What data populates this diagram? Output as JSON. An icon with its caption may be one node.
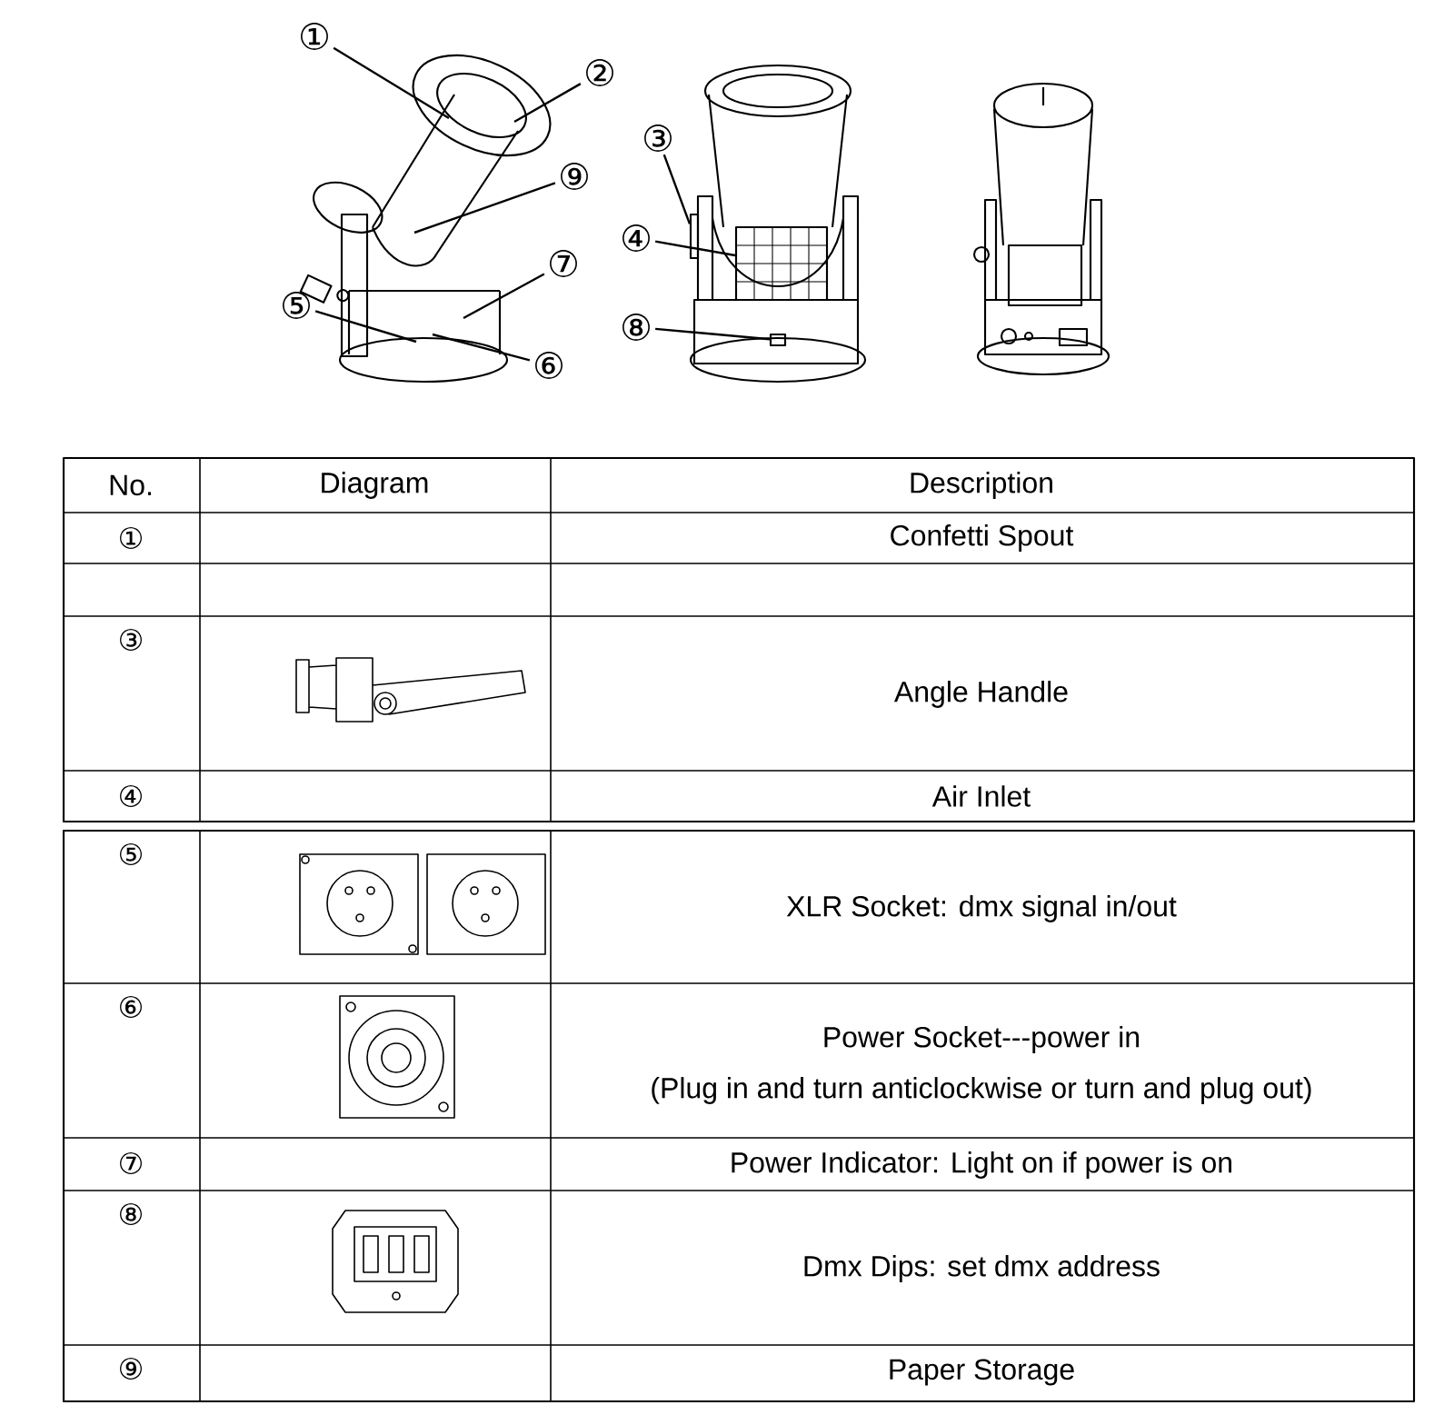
{
  "diagram": {
    "nodes": [
      {
        "text": [
          "①"
        ]
      },
      {
        "text": [
          "②"
        ]
      },
      {
        "text": [
          "③"
        ]
      },
      {
        "text": [
          "⑨"
        ]
      },
      {
        "text": [
          "④"
        ]
      },
      {
        "text": [
          "⑦"
        ]
      },
      {
        "text": [
          "⑤"
        ]
      },
      {
        "text": [
          "⑧"
        ]
      },
      {
        "text": [
          "⑥"
        ]
      },
      {
        "text": [],
        "shape": "box"
      },
      {
        "text": [],
        "shape": "box"
      },
      {
        "text": [],
        "shape": "box"
      }
    ],
    "edges": [
      {
        "from": 0,
        "to": null,
        "arrow": "none"
      },
      {
        "from": 1,
        "to": null,
        "arrow": "none"
      },
      {
        "from": 2,
        "to": 11,
        "arrow": "none"
      },
      {
        "from": 3,
        "to": null,
        "arrow": "none"
      },
      {
        "from": 4,
        "to": 9,
        "arrow": "none"
      },
      {
        "from": 5,
        "to": null,
        "arrow": "none"
      },
      {
        "from": 6,
        "to": null,
        "arrow": "none"
      },
      {
        "from": 7,
        "to": 10,
        "arrow": "none"
      },
      {
        "from": 8,
        "to": null,
        "arrow": "none"
      }
    ],
    "labels": [
      "No.",
      "Diagram",
      "Description",
      "①",
      "Confetti Spout",
      "③",
      "Angle Handle",
      "④",
      "Air Inlet",
      "⑤",
      "XLR Socket: dmx signal in/out",
      "⑥",
      "Power Socket---power in",
      "(Plug in and turn anticlockwise or turn and plug out)",
      "⑦",
      "Power Indicator: Light on if power is on",
      "⑧",
      "Dmx Dips: set dmx address",
      "⑨",
      "Paper Storage"
    ]
  }
}
